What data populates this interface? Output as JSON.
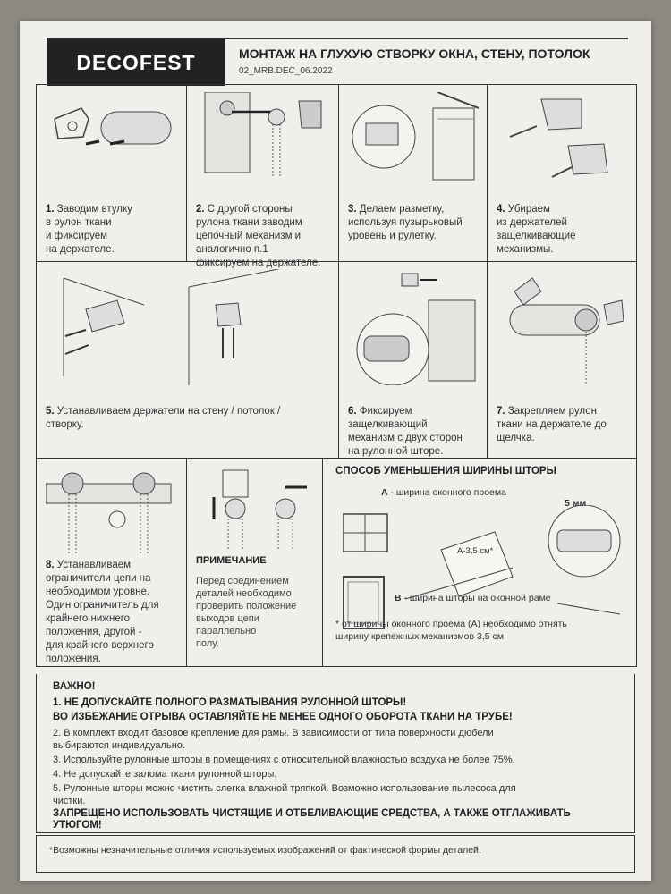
{
  "header": {
    "brand": "DECOFEST",
    "title": "МОНТАЖ НА ГЛУХУЮ СТВОРКУ ОКНА, СТЕНУ, ПОТОЛОК",
    "code": "02_MRB.DEC_06.2022"
  },
  "steps": [
    {
      "num": "1.",
      "lines": [
        "Заводим втулку",
        "в рулон ткани",
        "и фиксируем",
        "на держателе."
      ]
    },
    {
      "num": "2.",
      "lines": [
        "С другой стороны",
        "рулона ткани заводим",
        "цепочный механизм и",
        "аналогично п.1",
        "фиксируем на держателе."
      ]
    },
    {
      "num": "3.",
      "lines": [
        "Делаем разметку,",
        "используя пузырьковый",
        "уровень и рулетку."
      ]
    },
    {
      "num": "4.",
      "lines": [
        "Убираем",
        "из держателей",
        "защелкивающие",
        "механизмы."
      ]
    },
    {
      "num": "5.",
      "lines": [
        "Устанавливаем держатели на стену / потолок /",
        "створку."
      ]
    },
    {
      "num": "6.",
      "lines": [
        "Фиксируем",
        "защелкивающий",
        "механизм с двух сторон",
        "на рулонной шторе."
      ]
    },
    {
      "num": "7.",
      "lines": [
        "Закрепляем рулон",
        "ткани на держателе до",
        "щелчка."
      ]
    },
    {
      "num": "8.",
      "lines": [
        "Устанавливаем",
        "ограничители цепи на",
        "необходимом уровне.",
        "Один ограничитель для",
        "крайнего нижнего",
        "положения, другой -",
        "для крайнего верхнего",
        "положения."
      ]
    }
  ],
  "note": {
    "title": "ПРИМЕЧАНИЕ",
    "lines": [
      "Перед соединением",
      "деталей необходимо",
      "проверить положение",
      "выходов цепи параллельно",
      "полу."
    ]
  },
  "width_section": {
    "title": "СПОСОБ УМЕНЬШЕНИЯ ШИРИНЫ ШТОРЫ",
    "label_a_letter": "А",
    "label_a": "- ширина оконного проема",
    "label_b_letter": "В",
    "label_b": "- ширина шторы на оконной раме",
    "dim": "5 мм",
    "calc": "А-3,5 см*",
    "note_lines": [
      "* от ширины оконного проема (А) необходимо отнять",
      "ширину крепежных механизмов 3,5 см"
    ]
  },
  "important": {
    "title": "ВАЖНО!",
    "lines": [
      {
        "text": "1. НЕ ДОПУСКАЙТЕ ПОЛНОГО РАЗМАТЫВАНИЯ РУЛОННОЙ ШТОРЫ!",
        "bold": true
      },
      {
        "text": "ВО ИЗБЕЖАНИЕ ОТРЫВА ОСТАВЛЯЙТЕ НЕ МЕНЕЕ ОДНОГО ОБОРОТА ТКАНИ НА ТРУБЕ!",
        "bold": true
      },
      {
        "text": "2. В комплект входит базовое крепление для рамы. В зависимости от типа поверхности дюбели",
        "bold": false
      },
      {
        "text": "выбираются индивидуально.",
        "bold": false
      },
      {
        "text": "3. Используйте рулонные шторы в помещениях с относительной влажностью воздуха не более 75%.",
        "bold": false
      },
      {
        "text": "4. Не допускайте залома ткани рулонной шторы.",
        "bold": false
      },
      {
        "text": "5. Рулонные шторы можно чистить слегка влажной тряпкой. Возможно использование пылесоса для",
        "bold": false
      },
      {
        "text": "чистки.",
        "bold": false
      },
      {
        "text": "ЗАПРЕЩЕНО ИСПОЛЬЗОВАТЬ ЧИСТЯЩИЕ И ОТБЕЛИВАЮЩИЕ СРЕДСТВА, А ТАКЖЕ ОТГЛАЖИВАТЬ",
        "bold": true
      },
      {
        "text": "УТЮГОМ!",
        "bold": true
      }
    ]
  },
  "footnote": "*Возможны незначительные отличия используемых изображений от фактической формы деталей."
}
